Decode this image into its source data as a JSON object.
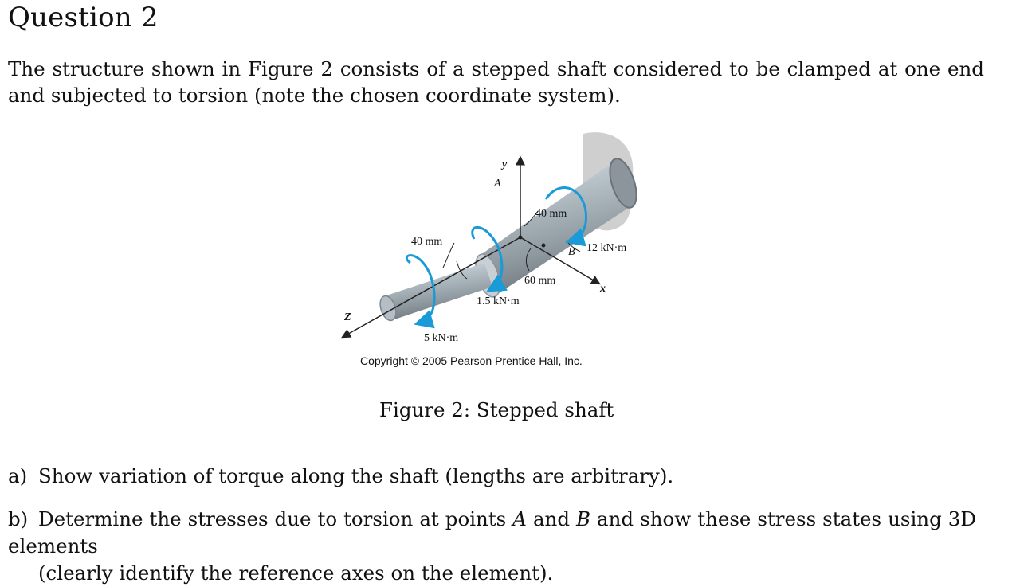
{
  "question": {
    "heading": "Question 2",
    "intro": "The structure shown in Figure 2 consists of a stepped shaft considered to be clamped at one end and subjected to torsion (note the chosen coordinate system)."
  },
  "figure": {
    "labels": {
      "axis_y": "y",
      "axis_x": "x",
      "axis_z": "Z",
      "point_a": "A",
      "point_b": "B",
      "dim_40mm_upper": "40 mm",
      "dim_40mm_left": "40 mm",
      "dim_60mm": "60 mm",
      "torque_12": "12 kN·m",
      "torque_1_5": "1.5 kN·m",
      "torque_5": "5 kN·m"
    },
    "copyright": "Copyright © 2005 Pearson Prentice Hall, Inc.",
    "caption": "Figure 2: Stepped shaft"
  },
  "items": {
    "a_marker": "a)",
    "a_text": "Show variation of torque along the shaft (lengths are arbitrary).",
    "b_marker": "b)",
    "b_line1_pre": "Determine the stresses due to torsion at points ",
    "b_point_a": "A",
    "b_and": " and ",
    "b_point_b": "B",
    "b_line1_post": " and show these stress states using 3D elements",
    "b_line2": "(clearly identify the reference axes on the element)."
  },
  "colors": {
    "shaft": "#a9b3ba",
    "torque_arrow": "#1a9ad6",
    "wall": "#cfcfcf"
  }
}
